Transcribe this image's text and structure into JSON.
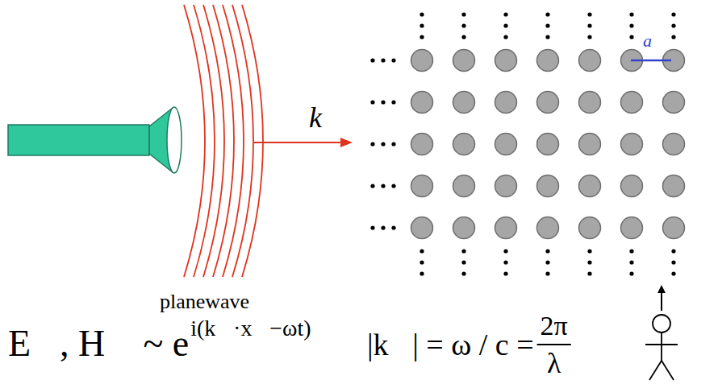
{
  "diagram": {
    "labels": [
      "k⃗",
      "a",
      "planewave",
      "E⃗, H⃗ ~ e",
      "i(k⃗·x⃗−ωt)",
      "|k⃗| = ω / c = ",
      "2π",
      "λ"
    ]
  }
}
